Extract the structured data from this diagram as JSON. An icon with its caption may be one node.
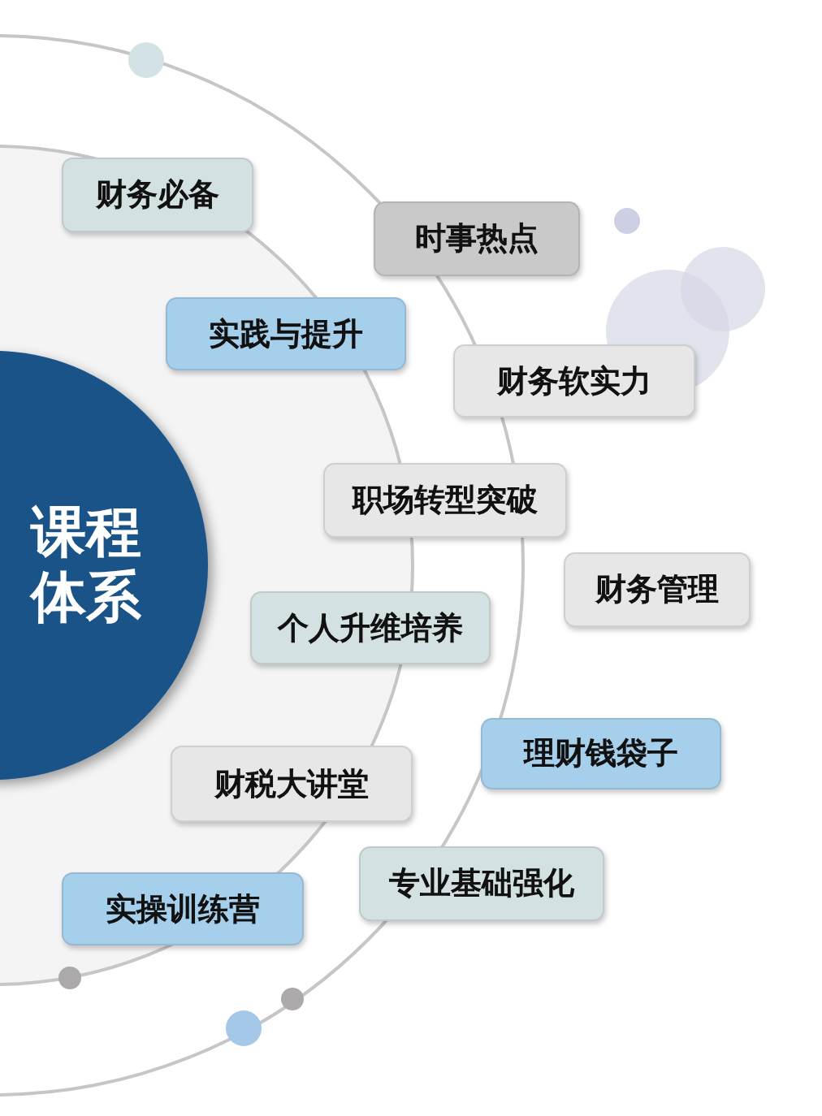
{
  "diagram": {
    "nodes": [
      {
        "text": [
          "课程体系"
        ]
      },
      {
        "text": [
          "财务必备"
        ]
      },
      {
        "text": [
          "时事热点"
        ]
      },
      {
        "text": [
          "实践与提升"
        ]
      },
      {
        "text": [
          "财务软实力"
        ]
      },
      {
        "text": [
          "职场转型突破"
        ]
      },
      {
        "text": [
          "财务管理"
        ]
      },
      {
        "text": [
          "个人升维培养"
        ]
      },
      {
        "text": [
          "理财钱袋子"
        ]
      },
      {
        "text": [
          "财税大讲堂"
        ]
      },
      {
        "text": [
          "专业基础强化"
        ]
      },
      {
        "text": [
          "实操训练营"
        ]
      }
    ]
  }
}
